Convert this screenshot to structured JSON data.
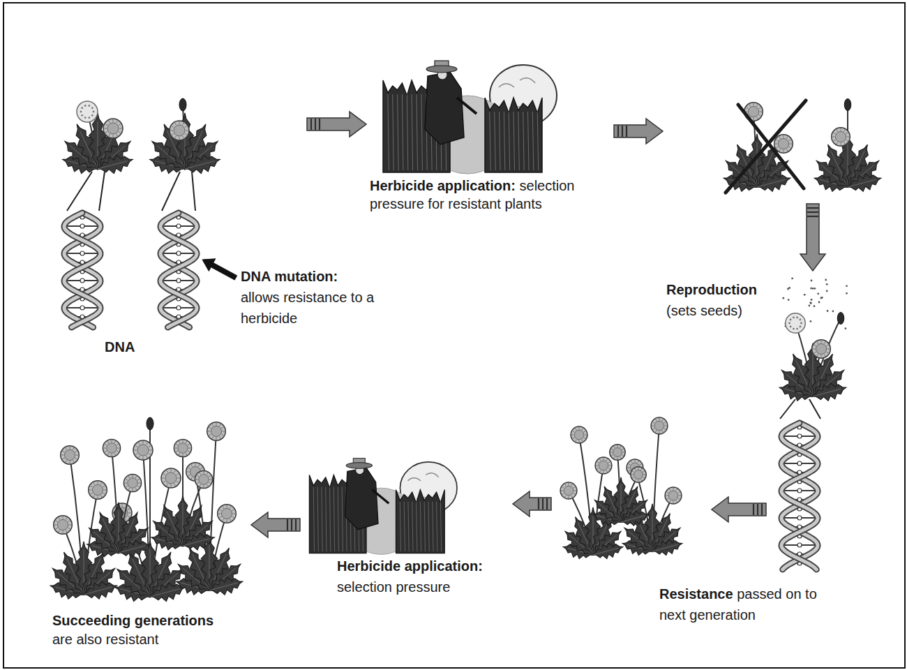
{
  "diagram": {
    "nodes": [
      {
        "text": [
          "DNA"
        ]
      },
      {
        "text": [
          "Herbicide application:",
          "selection pressure for resistant plants"
        ]
      },
      {
        "text": [
          "Reproduction",
          "(sets seeds)"
        ]
      },
      {
        "text": [
          "Resistance",
          "passed on to next generation"
        ]
      },
      {
        "text": [
          "Herbicide application:",
          "selection pressure"
        ]
      },
      {
        "text": [
          "Succeeding generations",
          "are also resistant"
        ]
      }
    ],
    "edges": [
      {
        "from": 0,
        "to": 1,
        "arrow": "to"
      },
      {
        "from": 1,
        "to": 2,
        "arrow": "to"
      },
      {
        "from": 2,
        "to": 3,
        "arrow": "none"
      },
      {
        "from": 3,
        "to": 4,
        "arrow": "to"
      },
      {
        "from": 4,
        "to": 5,
        "arrow": "to"
      }
    ],
    "labels": [
      "DNA mutation:",
      "allows resistance to a herbicide"
    ]
  }
}
